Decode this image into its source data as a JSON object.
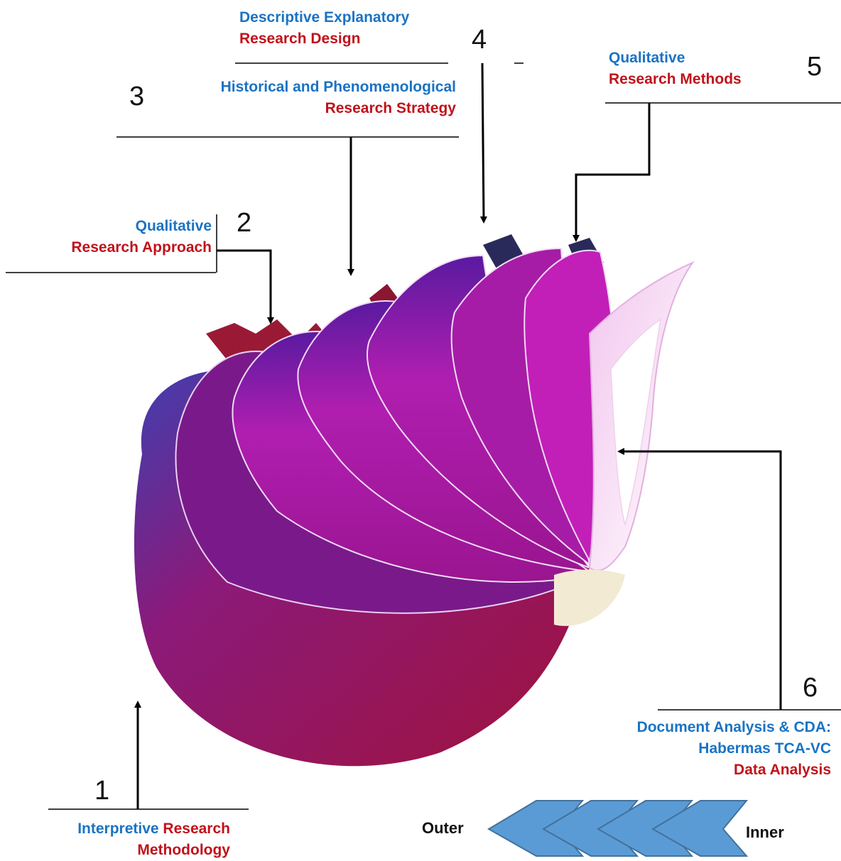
{
  "layers": [
    {
      "number": "1",
      "top": "Interpretive",
      "top_rest": " Research",
      "bottom": "Methodology"
    },
    {
      "number": "2",
      "top": "Qualitative",
      "bottom": "Research Approach"
    },
    {
      "number": "3",
      "top": "Historical and Phenomenological",
      "bottom": "Research Strategy"
    },
    {
      "number": "4",
      "top": "Descriptive Explanatory",
      "bottom": "Research Design"
    },
    {
      "number": "5",
      "top": "Qualitative",
      "bottom": "Research Methods"
    },
    {
      "number": "6",
      "top": "Document Analysis & CDA:",
      "middle": "Habermas TCA-VC",
      "bottom": "Data Analysis"
    }
  ],
  "direction": {
    "left": "Outer",
    "right": "Inner",
    "chevron_count": 4
  },
  "colors": {
    "label_blue": "#1a73c4",
    "label_red": "#c0121b",
    "chevron_fill": "#5b9bd5",
    "chevron_stroke": "#41719c",
    "onion_outer": "#a0123c",
    "onion_inner": "#c21fb8"
  }
}
